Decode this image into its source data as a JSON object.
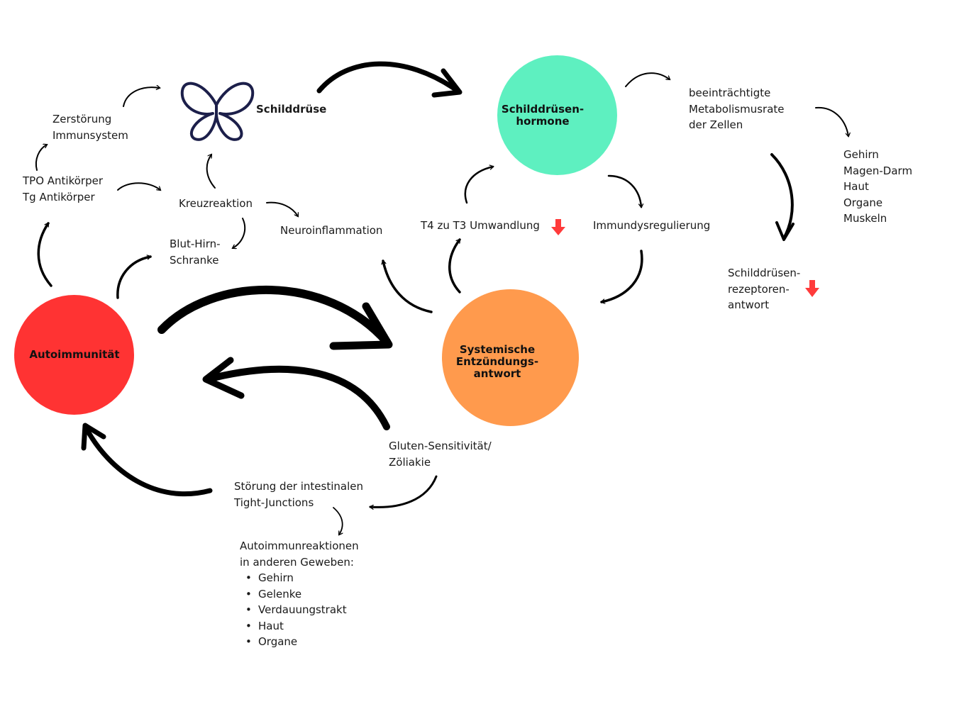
{
  "nodes": {
    "autoimmunity": {
      "label": "Autoimmunität",
      "color": "#ff3333"
    },
    "thyroid_hormones": {
      "label": "Schilddrüsen-\nhormone",
      "color": "#5ef0c0"
    },
    "inflammation": {
      "label": "Systemische\nEntzündungs-\nantwort",
      "color": "#ff9a4d"
    }
  },
  "labels": {
    "thyroid": "Schilddrüse",
    "immune_destruction": "Zerstörung\nImmunsystem",
    "antibodies": "TPO Antikörper\nTg Antikörper",
    "cross_reaction": "Kreuzreaktion",
    "blood_brain": "Blut-Hirn-\nSchranke",
    "neuroinflammation": "Neuroinflammation",
    "t4_t3": "T4 zu T3 Umwandlung",
    "immune_dysregulation": "Immundysregulierung",
    "metabolism": "beeinträchtigte\nMetabolismusrate\nder Zellen",
    "organs": "Gehirn\nMagen-Darm\nHaut\nOrgane\nMuskeln",
    "receptor_response": "Schilddrüsen-\nrezeptoren-\nantwort",
    "gluten": "Gluten-Sensitivität/\nZöliakie",
    "tight_junctions": "Störung der intestinalen\nTight-Junctions",
    "autoimmune_reactions": "Autoimmunreaktionen\nin anderen Geweben:"
  },
  "tissues": [
    "Gehirn",
    "Gelenke",
    "Verdauungstrakt",
    "Haut",
    "Organe"
  ],
  "colors": {
    "arrow": "#000000",
    "indicator": "#ff3b3b",
    "butterfly": "#1c1f4a"
  },
  "icons": {
    "thyroid": "butterfly-icon",
    "down": "red-down-arrow-icon",
    "up": "red-up-arrow-icon"
  }
}
